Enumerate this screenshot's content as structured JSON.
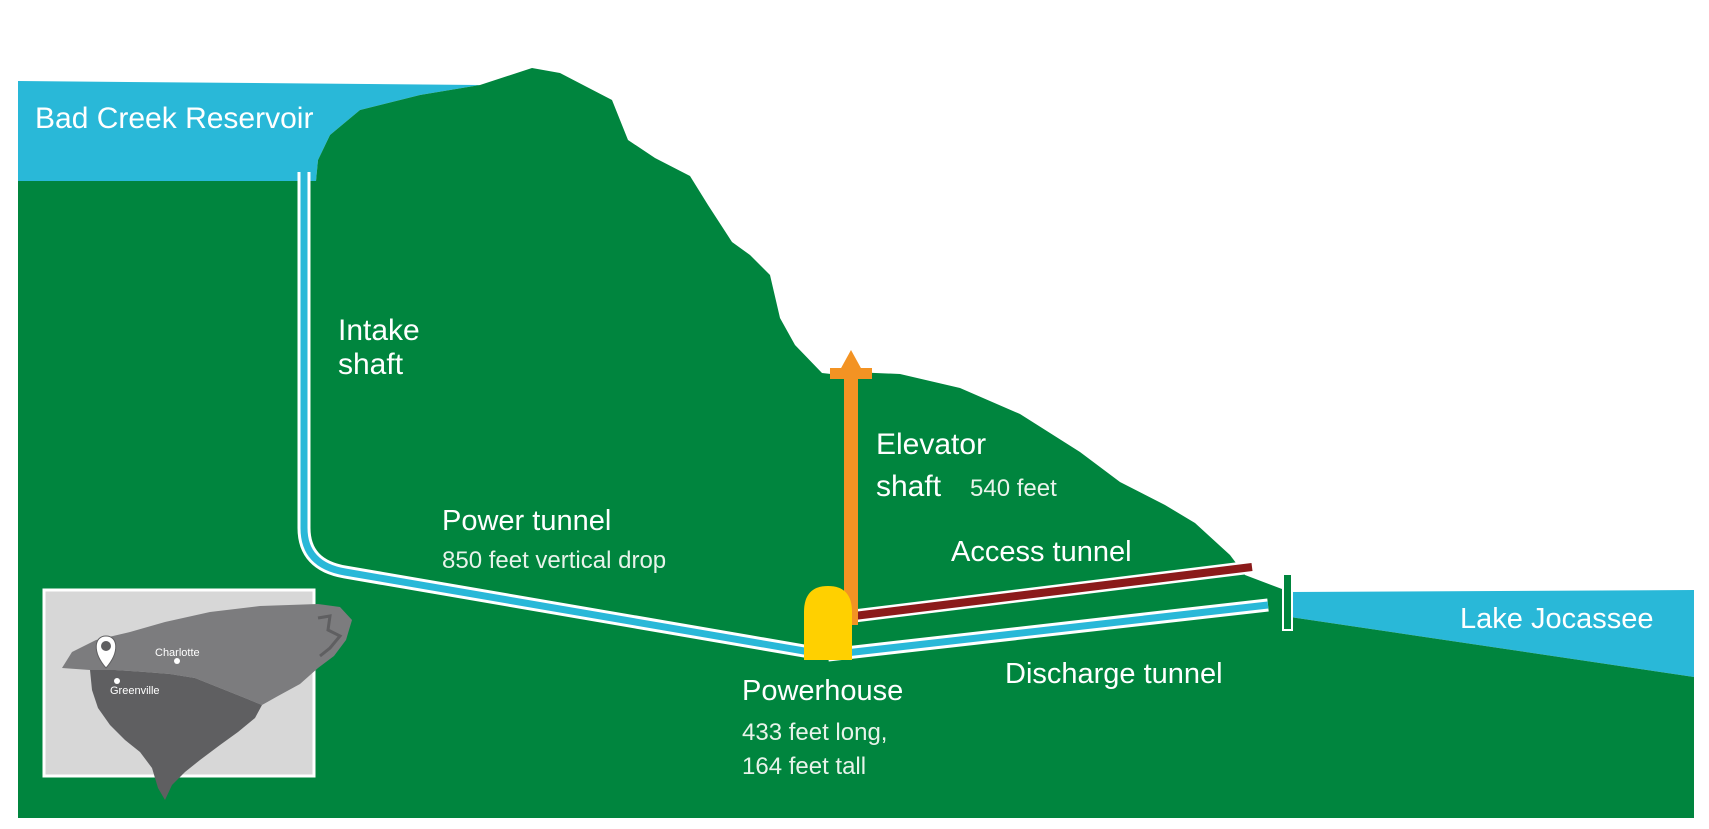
{
  "labels": {
    "reservoir": "Bad Creek Reservoir",
    "intake_line1": "Intake",
    "intake_line2": "shaft",
    "power_tunnel": "Power tunnel",
    "power_tunnel_detail": "850 feet vertical drop",
    "elevator_line1": "Elevator",
    "elevator_line2": "shaft",
    "elevator_detail": "540 feet",
    "access_tunnel": "Access tunnel",
    "lake": "Lake Jocassee",
    "powerhouse": "Powerhouse",
    "powerhouse_detail_line1": "433 feet long,",
    "powerhouse_detail_line2": "164 feet tall",
    "discharge_tunnel": "Discharge tunnel"
  },
  "inset_map": {
    "city_charlotte": "Charlotte",
    "city_greenville": "Greenville",
    "marker_icon": "location-pin-icon"
  },
  "colors": {
    "ground": "#00853e",
    "water": "#29b8d8",
    "elevator_shaft": "#f39323",
    "access_tunnel": "#8b1a1a",
    "powerhouse": "#ffd000",
    "map_background": "#d7d7d7",
    "north_carolina": "#7c7c7e",
    "south_carolina": "#5f5f61"
  }
}
